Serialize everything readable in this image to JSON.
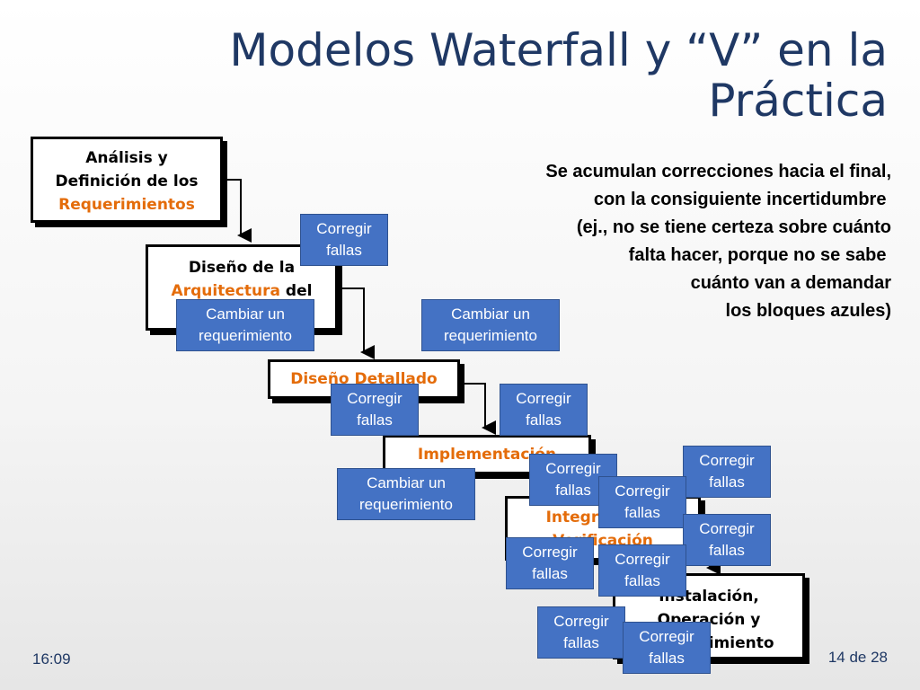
{
  "title": {
    "line1": "Modelos Waterfall y “V” en la",
    "line2": "Práctica"
  },
  "note": [
    "Se acumulan correcciones hacia el final,",
    "con la consiguiente incertidumbre ",
    "(ej., no se tiene certeza sobre cuánto",
    "falta hacer, porque no se sabe ",
    "cuánto van a demandar",
    "los bloques azules)"
  ],
  "stages": {
    "s1": {
      "line1": "Análisis y",
      "line2": "Definición de los",
      "line3": "Requerimientos"
    },
    "s2": {
      "line1": "Diseño de la",
      "line2a": "Arquitectura",
      "line2b": " del"
    },
    "s3": {
      "line1": "Diseño Detallado"
    },
    "s4": {
      "line1": "Implementación"
    },
    "s5": {
      "line1": "Integración y",
      "line2": "Verificación"
    },
    "s6": {
      "line1": "Instalación,",
      "line2": "Operación y",
      "line3": "Mantenimiento"
    }
  },
  "tags": {
    "fix": {
      "line1": "Corregir",
      "line2": "fallas"
    },
    "change": {
      "line1": "Cambiar un",
      "line2": "requerimiento"
    }
  },
  "footer": {
    "time": "16:09",
    "page": "14 de 28"
  },
  "colors": {
    "title": "#1f3864",
    "tag": "#4472c4",
    "highlight": "#e46c0a"
  }
}
